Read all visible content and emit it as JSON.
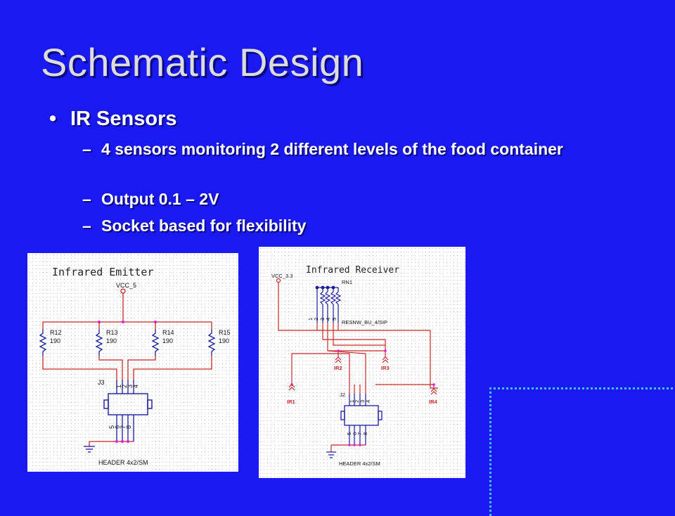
{
  "slide": {
    "title": "Schematic Design",
    "bullet": {
      "marker": "•",
      "text": "IR Sensors"
    },
    "subbullets": [
      {
        "marker": "–",
        "text": "4 sensors monitoring 2 different levels of the food container"
      },
      {
        "marker": "–",
        "text": "Output 0.1 – 2V"
      },
      {
        "marker": "–",
        "text": "Socket based for flexibility"
      }
    ]
  },
  "emitter": {
    "title": "Infrared Emitter",
    "vcc": "VCC_5",
    "resistors": [
      {
        "ref": "R12",
        "value": "190"
      },
      {
        "ref": "R13",
        "value": "190"
      },
      {
        "ref": "R14",
        "value": "190"
      },
      {
        "ref": "R15",
        "value": "190"
      }
    ],
    "connector": "J3",
    "pins_top": [
      "1",
      "2",
      "3",
      "4"
    ],
    "pins_bottom": [
      "5",
      "6",
      "7",
      "8"
    ],
    "header": "HEADER 4x2/SM"
  },
  "receiver": {
    "title": "Infrared Receiver",
    "vcc": "VCC_3.3",
    "network": "RN1",
    "network_part": "RESNW_BU_4/SIP",
    "network_pins": [
      "1",
      "2",
      "3",
      "4",
      "5"
    ],
    "ports": [
      "IR1",
      "IR2",
      "IR3",
      "IR4"
    ],
    "connector": "J2",
    "pins_top": [
      "1",
      "2",
      "3",
      "4"
    ],
    "pins_bottom": [
      "5",
      "6",
      "7",
      "8"
    ],
    "header": "HEADER 4x2/SM"
  },
  "colors": {
    "background": "#1919f0",
    "wire_red": "#c82828",
    "wire_magenta": "#e020e0",
    "wire_blue": "#2040c0",
    "component_blue": "#1a1aa0",
    "corner_dots": "#3fc0ff"
  }
}
